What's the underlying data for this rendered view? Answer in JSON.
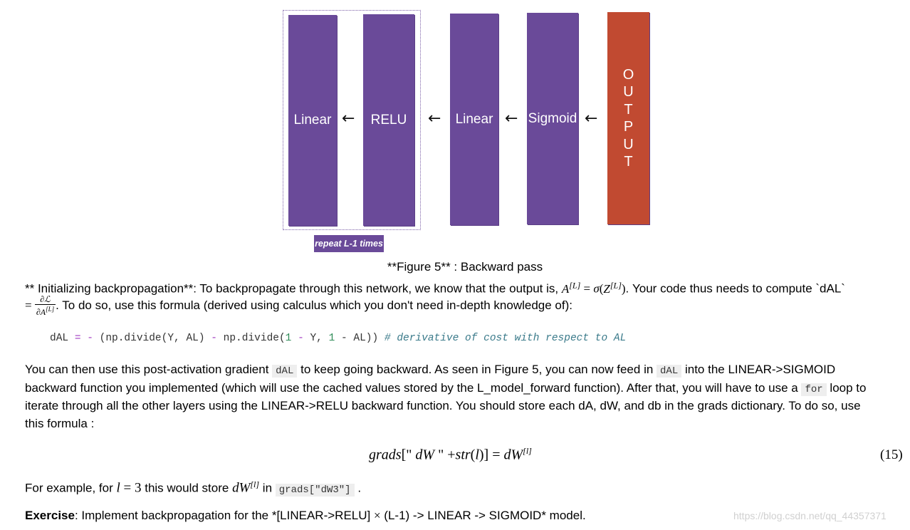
{
  "figure": {
    "blocks": [
      "Linear",
      "RELU",
      "Linear",
      "Sigmoid"
    ],
    "output_letters": [
      "O",
      "U",
      "T",
      "P",
      "U",
      "T"
    ],
    "arrow": "←",
    "repeat_label": "repeat L-1 times",
    "caption": "**Figure 5** : Backward pass"
  },
  "init": {
    "line1_prefix": "** Initializing backpropagation**: To backpropagate through this network, we know that the output is, ",
    "line1_suffix": ". Your code thus needs to compute `dAL`",
    "line2_suffix": ". To do so, use this formula (derived using calculus which you don't need in-depth knowledge of):"
  },
  "code": {
    "part1": "dAL",
    "part2": "= -",
    "part3": " (np.divide(Y, AL) ",
    "part4": "-",
    "part5": " np.divide(",
    "part6": "1",
    "part7": " - ",
    "part8": "Y, ",
    "part9": "1",
    "part10": " - AL)) ",
    "comment": "# derivative of cost with respect to AL"
  },
  "para2": {
    "l1_a": "You can then use this post-activation gradient ",
    "l1_code": "dAL",
    "l1_b": " to keep going backward. As seen in Figure 5, you can now feed in ",
    "l1_code2": "dAL",
    "l1_c": " into the LINEAR->SIGMOID",
    "l2_a": "backward function you implemented (which will use the cached values stored by the L_model_forward function). After that, you will have to use a ",
    "l2_code": "for",
    "l2_b": " loop to",
    "l3": "iterate through all the other layers using the LINEAR->RELU backward function. You should store each dA, dW, and db in the grads dictionary. To do so, use",
    "l4": "this formula :"
  },
  "equation_number": "(15)",
  "example": {
    "prefix": "For example, for ",
    "middle": " this would store ",
    "in_word": " in ",
    "code": "grads[\"dW3\"]",
    "end": " ."
  },
  "exercise": {
    "label": "Exercise",
    "text_a": ": Implement backpropagation for the *[LINEAR->RELU] ",
    "times": "×",
    "text_b": " (L-1) -> LINEAR -> SIGMOID* model."
  },
  "watermark": "https://blog.csdn.net/qq_44357371"
}
